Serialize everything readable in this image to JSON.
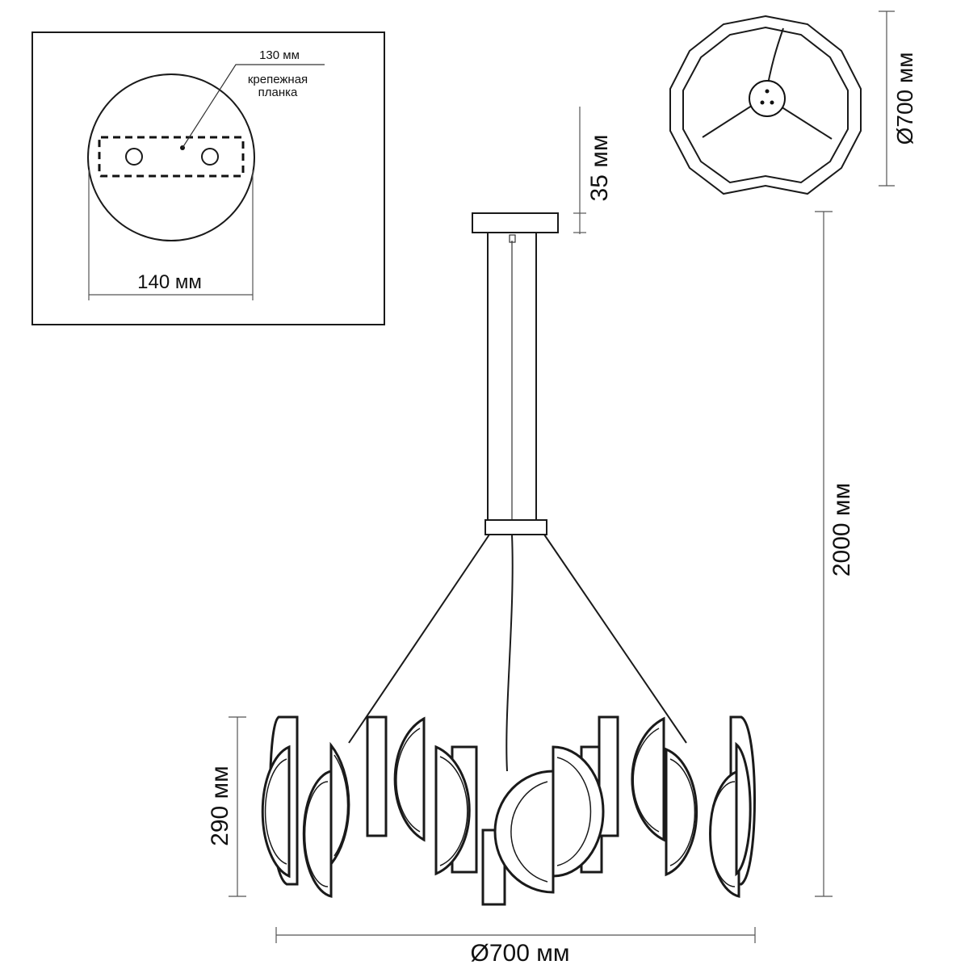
{
  "mount_plate": {
    "bar_width": "130 мм",
    "bar_label_line1": "крепежная",
    "bar_label_line2": "планка",
    "diameter": "140 мм"
  },
  "dimensions": {
    "canopy_height": "35 мм",
    "top_view_diameter": "Ø700 мм",
    "total_height": "2000 мм",
    "shade_height": "290 мм",
    "bottom_diameter": "Ø700 мм"
  }
}
